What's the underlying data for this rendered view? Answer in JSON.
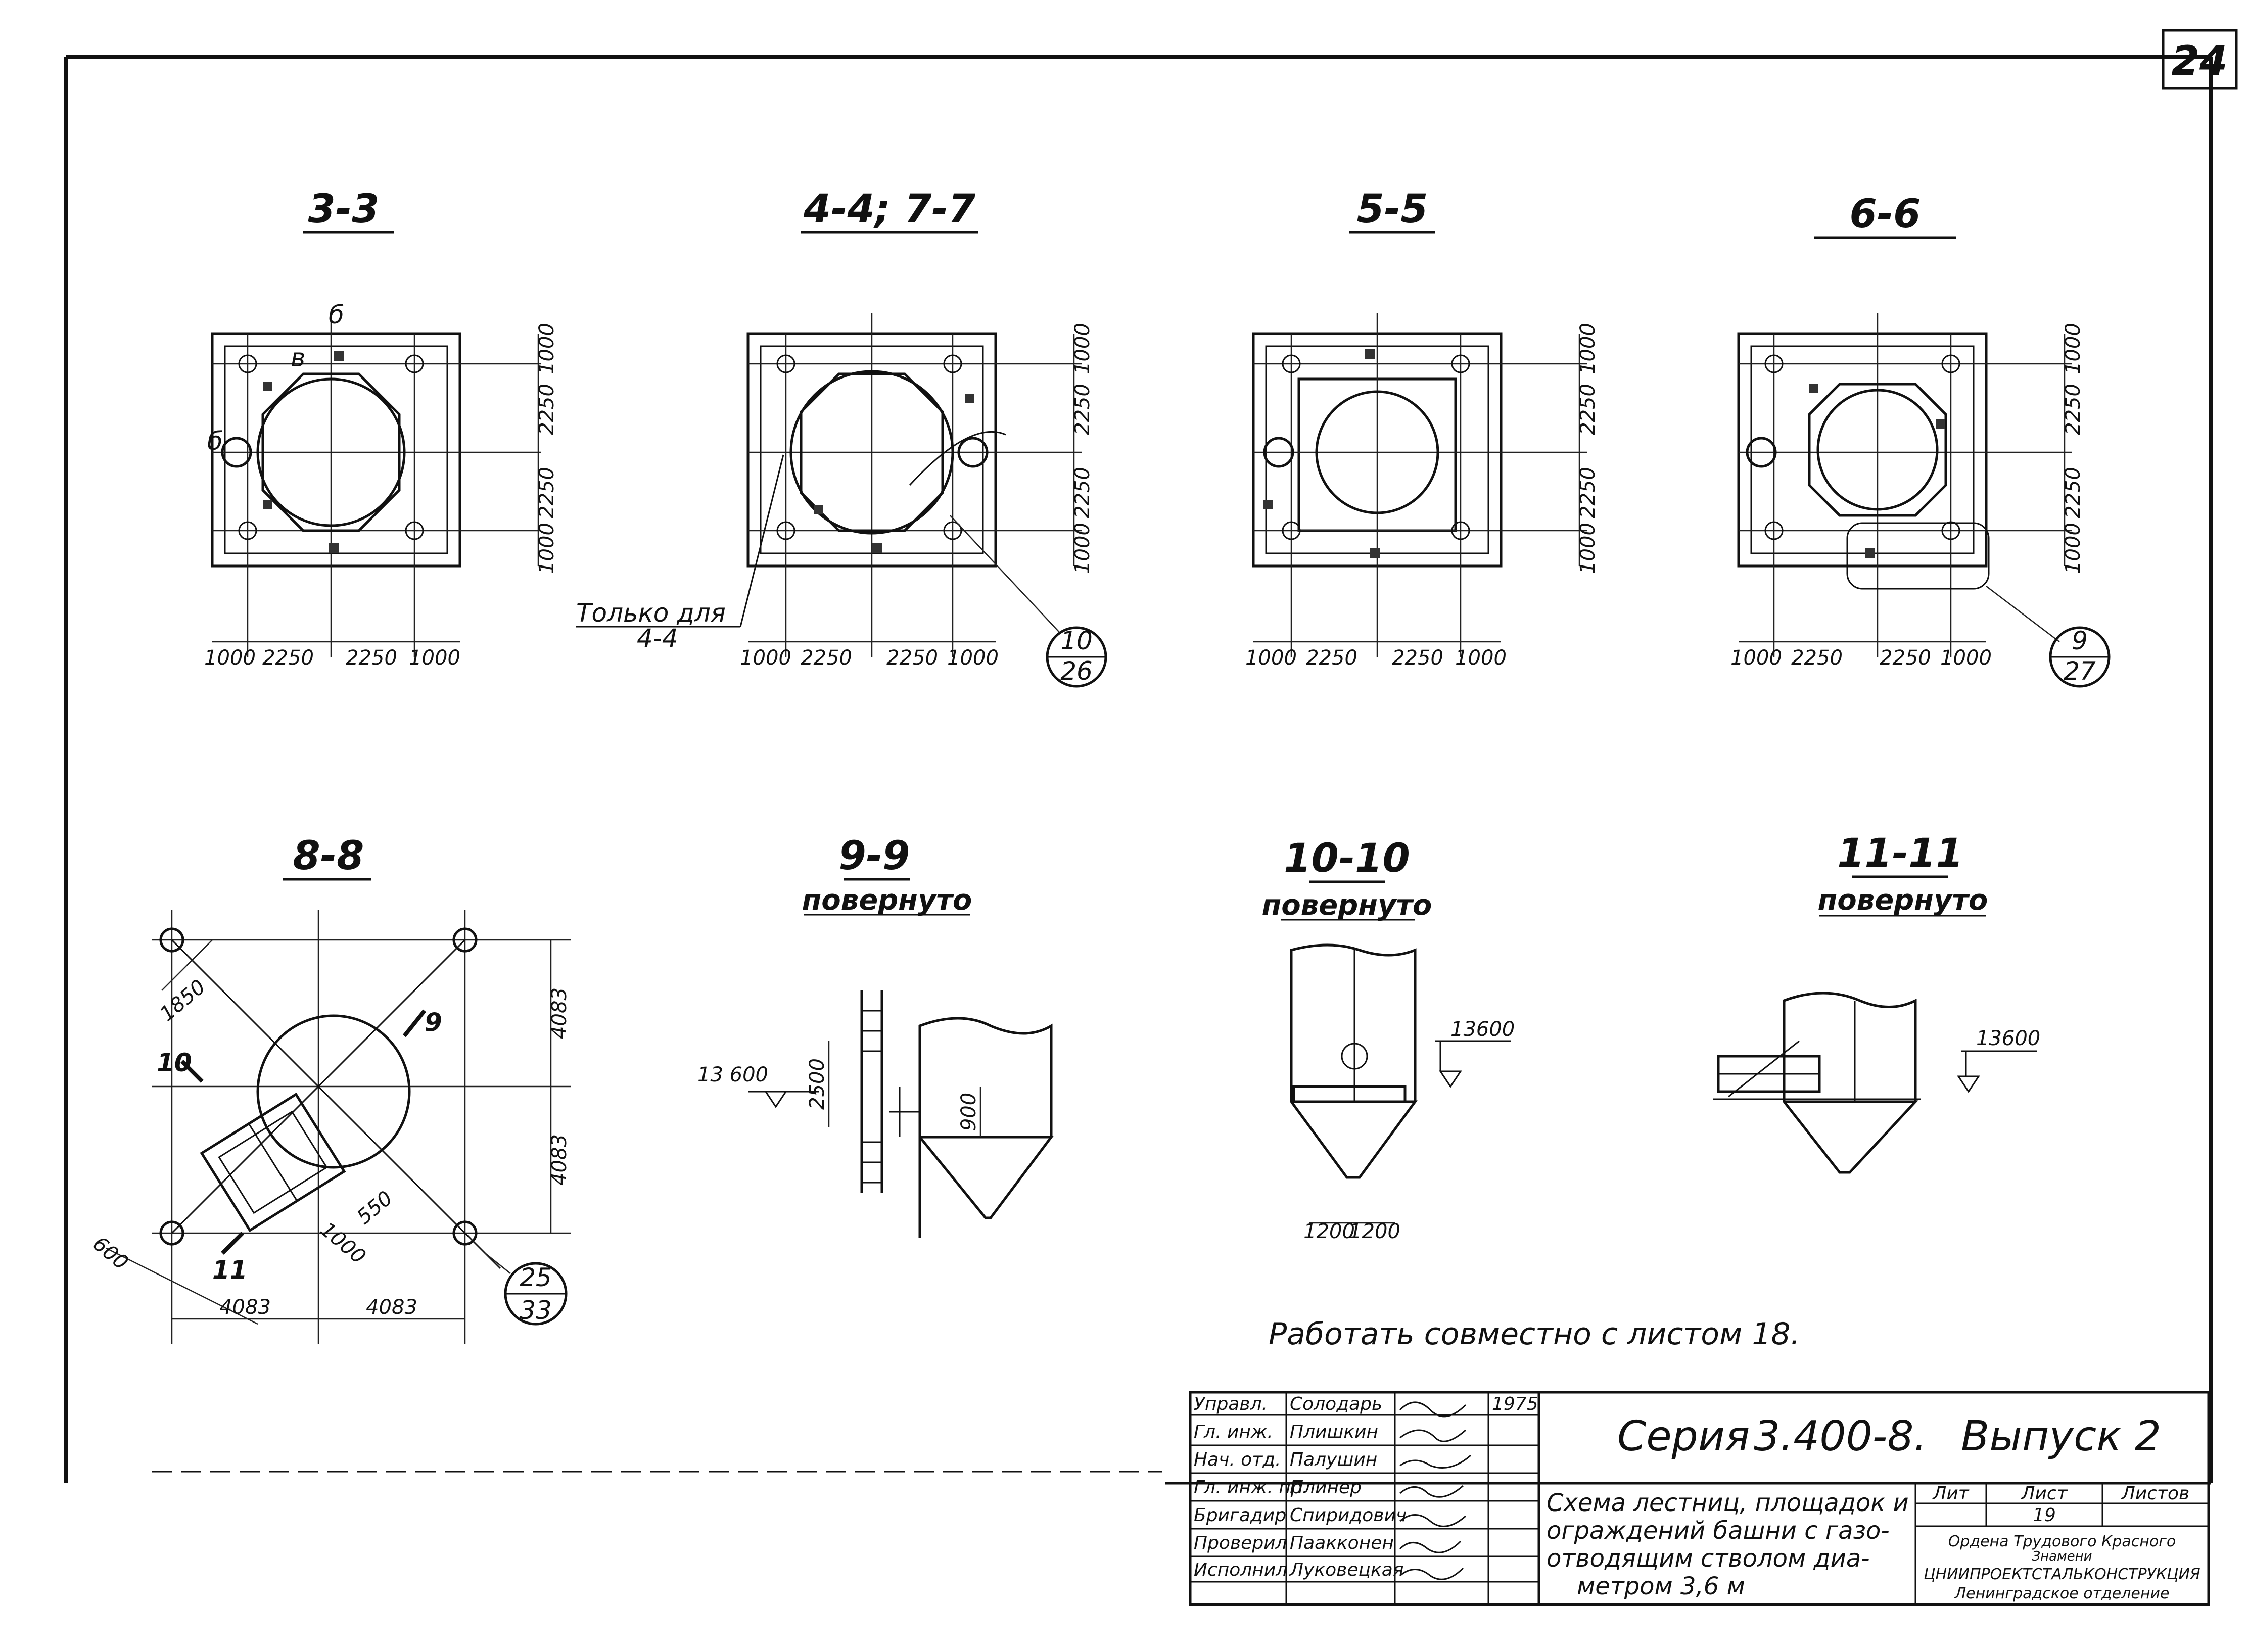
{
  "sheet_number": "24",
  "sections": {
    "s33": {
      "title": "3-3",
      "dims_bottom": [
        "1000",
        "2250",
        "2250",
        "1000"
      ],
      "dims_right": [
        "1000",
        "2250",
        "2250",
        "1000"
      ],
      "mark_b": "б",
      "mark_v": "в"
    },
    "s44": {
      "title": "4-4; 7-7",
      "dims_bottom": [
        "1000",
        "2250",
        "2250",
        "1000"
      ],
      "dims_right": [
        "1000",
        "2250",
        "2250",
        "1000"
      ],
      "note_line1": "Только для",
      "note_line2": "4-4",
      "callout_top": "10",
      "callout_bottom": "26"
    },
    "s55": {
      "title": "5-5",
      "dims_bottom": [
        "1000",
        "2250",
        "2250",
        "1000"
      ],
      "dims_right": [
        "1000",
        "2250",
        "2250",
        "1000"
      ]
    },
    "s66": {
      "title": "6-6",
      "dims_bottom": [
        "1000",
        "2250",
        "2250",
        "1000"
      ],
      "dims_right": [
        "1000",
        "2250",
        "2250",
        "1000"
      ],
      "callout_top": "9",
      "callout_bottom": "27"
    },
    "s88": {
      "title": "8-8",
      "dims_bottom": [
        "4083",
        "4083"
      ],
      "dims_right": [
        "4083",
        "4083"
      ],
      "dim_1850": "1850",
      "dim_600": "600",
      "dim_1000": "1000",
      "dim_550": "550",
      "cut_9": "9",
      "cut_10": "10",
      "cut_11": "11",
      "callout_top": "25",
      "callout_bottom": "33"
    },
    "s99": {
      "title": "9-9",
      "subtitle": "повернуто",
      "level": "13 600",
      "dim_2500": "2500",
      "dim_900": "900"
    },
    "s1010": {
      "title": "10-10",
      "subtitle": "повернуто",
      "level": "13600",
      "dims_bottom": [
        "1200",
        "1200"
      ]
    },
    "s1111": {
      "title": "11-11",
      "subtitle": "повернуто",
      "level": "13600"
    }
  },
  "note": "Работать совместно с листом 18.",
  "title_block": {
    "roles": [
      "Управл.",
      "Гл. инж.",
      "Нач. отд.",
      "Гл. инж. пр.",
      "Бригадир",
      "Проверил",
      "Исполнил"
    ],
    "names": [
      "Солодарь",
      "Плишкин",
      "Палушин",
      "Плинер",
      "Спиридович",
      "Паакконен",
      "Луковецкая"
    ],
    "date": "1975",
    "series_word": "Серия",
    "series_code": "3.400-8.",
    "issue": "Выпуск 2",
    "description": [
      "Схема лестниц, площадок и",
      "ограждений башни с газо-",
      "отводящим стволом диа-",
      "метром 3,6 м"
    ],
    "lit_label": "Лит",
    "sheet_label": "Лист",
    "sheets_label": "Листов",
    "sheet_value": "19",
    "org_line1": "Ордена Трудового Красного",
    "org_line2": "Знамени",
    "org_line3": "ЦНИИПРОЕКТСТАЛЬКОНСТРУКЦИЯ",
    "org_line4": "Ленинградское отделение"
  }
}
